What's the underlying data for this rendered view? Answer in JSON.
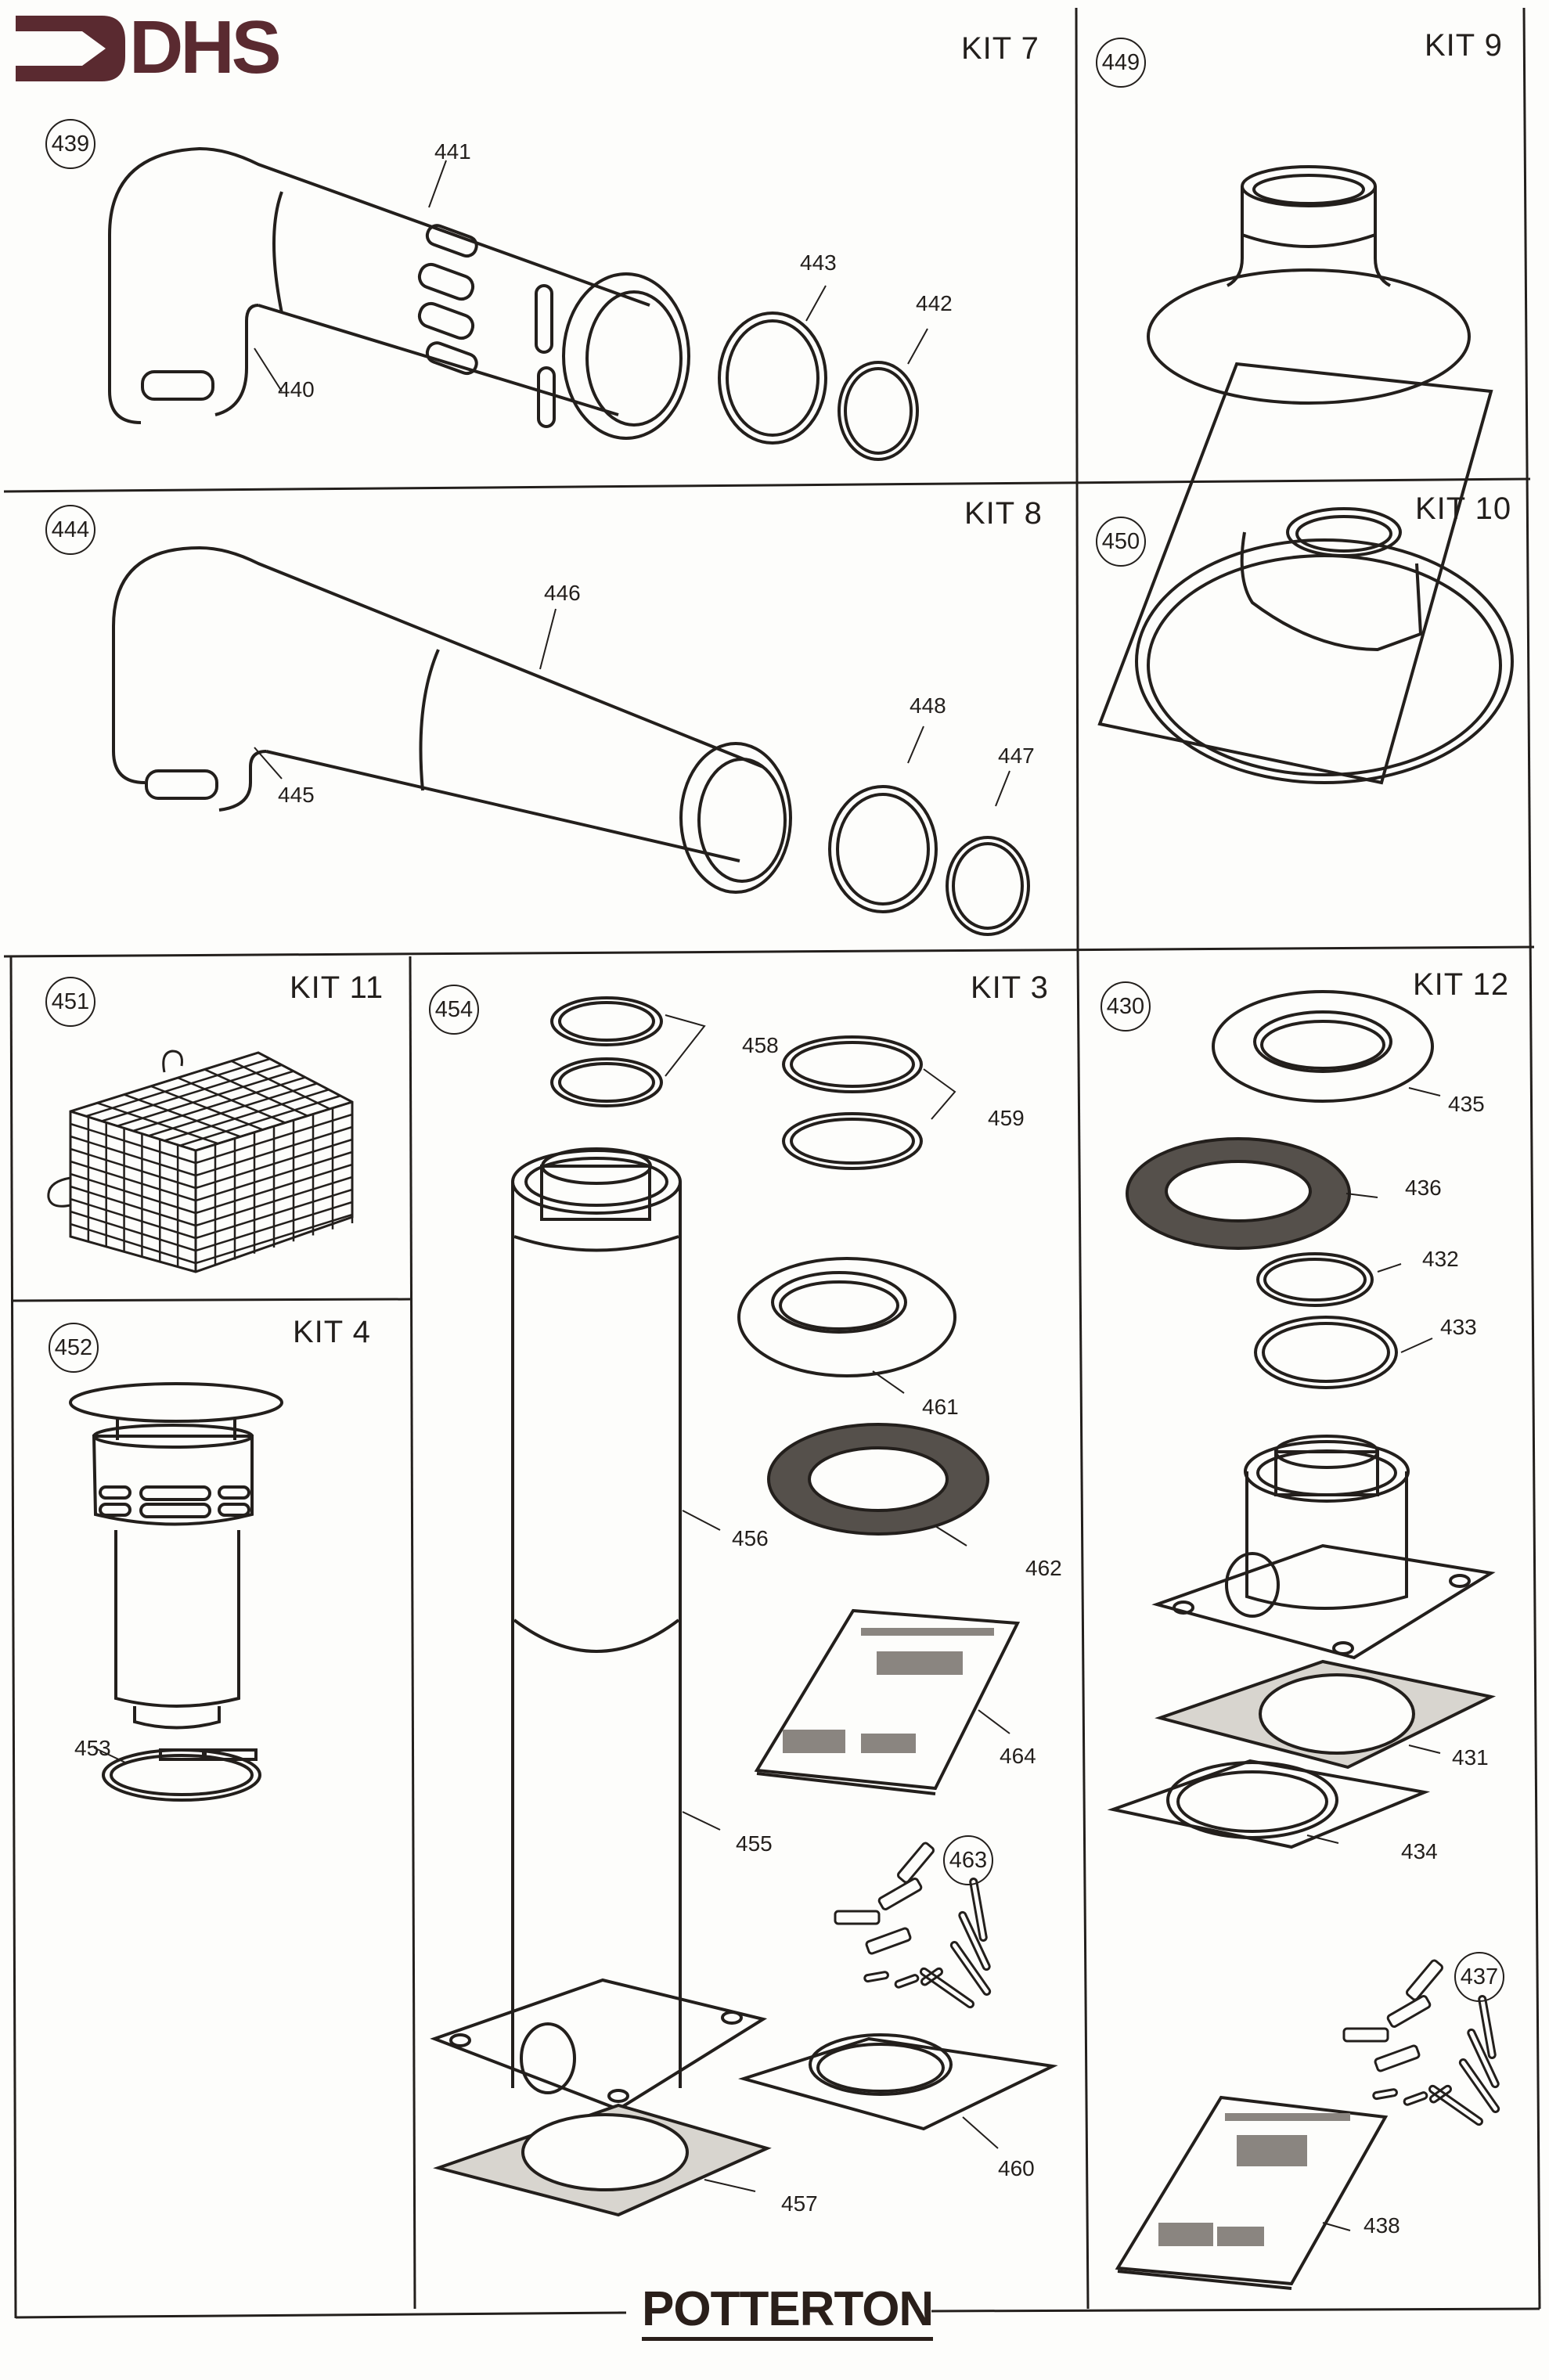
{
  "header": {
    "brand_logo_text": "DHS",
    "brand_color": "#5a2a30"
  },
  "footer": {
    "manufacturer_logo_text": "POTTERTON"
  },
  "kits": [
    {
      "id": "kit7",
      "title": "KIT 7",
      "ref": "439",
      "parts": [
        "441",
        "440",
        "443",
        "442"
      ]
    },
    {
      "id": "kit9",
      "title": "KIT 9",
      "ref": "449",
      "parts": []
    },
    {
      "id": "kit8",
      "title": "KIT 8",
      "ref": "444",
      "parts": [
        "446",
        "445",
        "448",
        "447"
      ]
    },
    {
      "id": "kit10",
      "title": "KIT 10",
      "ref": "450",
      "parts": []
    },
    {
      "id": "kit11",
      "title": "KIT 11",
      "ref": "451",
      "parts": []
    },
    {
      "id": "kit4",
      "title": "KIT 4",
      "ref": "452",
      "parts": [
        "453"
      ]
    },
    {
      "id": "kit3",
      "title": "KIT 3",
      "ref": "454",
      "parts": [
        "458",
        "459",
        "461",
        "456",
        "462",
        "464",
        "455",
        "463",
        "457",
        "460"
      ]
    },
    {
      "id": "kit12",
      "title": "KIT 12",
      "ref": "430",
      "parts": [
        "435",
        "436",
        "432",
        "433",
        "431",
        "434",
        "437",
        "438"
      ]
    }
  ],
  "colors": {
    "ink": "#231f1c",
    "paper": "#fdfdfb"
  }
}
